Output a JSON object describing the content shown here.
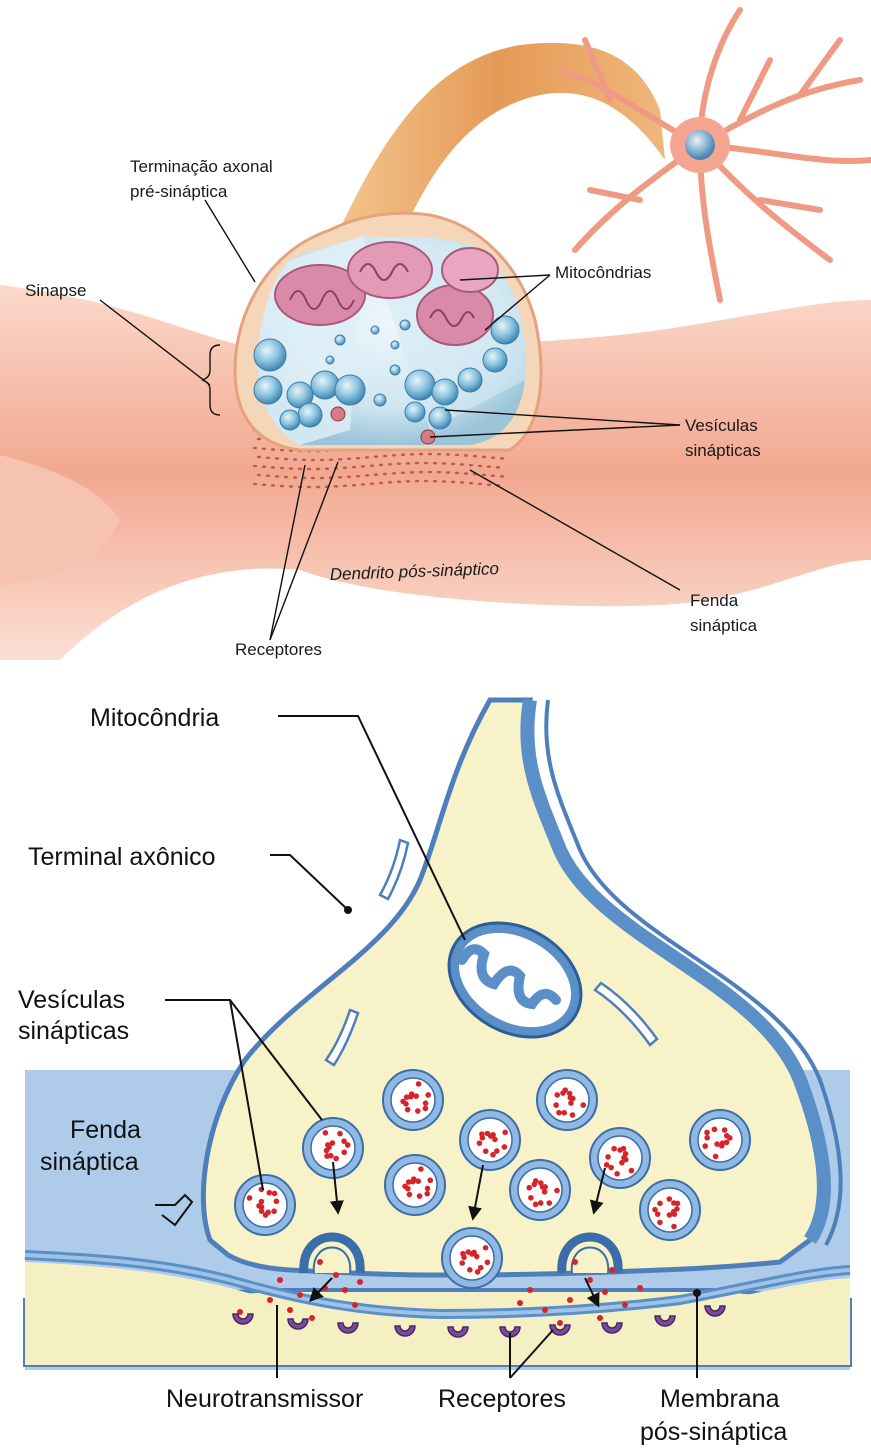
{
  "top_panel": {
    "labels": {
      "terminacao_line1": "Terminação axonal",
      "terminacao_line2": "pré-sináptica",
      "sinapse": "Sinapse",
      "mitocondrias": "Mitocôndrias",
      "vesiculas_line1": "Vesículas",
      "vesiculas_line2": "sinápticas",
      "fenda_line1": "Fenda",
      "fenda_line2": "sináptica",
      "dendrito": "Dendrito pós-sináptico",
      "receptores": "Receptores"
    }
  },
  "bottom_panel": {
    "labels": {
      "mitocondria": "Mitocôndria",
      "terminal": "Terminal axônico",
      "vesiculas_line1": "Vesículas",
      "vesiculas_line2": "sinápticas",
      "fenda_line1": "Fenda",
      "fenda_line2": "sináptica",
      "neurotransmissor": "Neurotransmissor",
      "receptores": "Receptores",
      "membrana_line1": "Membrana",
      "membrana_line2": "pós-sináptica"
    }
  },
  "colors": {
    "dendrite_pink": "#f4b6a0",
    "axon_orange": "#e9a05f",
    "vesicle_blue": "#7fb6d6",
    "mito_pink": "#d98aa8",
    "cytoplasm_cream": "#f7f2c8",
    "membrane_blue": "#5b8fc8",
    "cleft_blue": "#a9c9e8",
    "neurotransmitter_red": "#d8232a",
    "receptor_purple": "#7b4c9a"
  }
}
